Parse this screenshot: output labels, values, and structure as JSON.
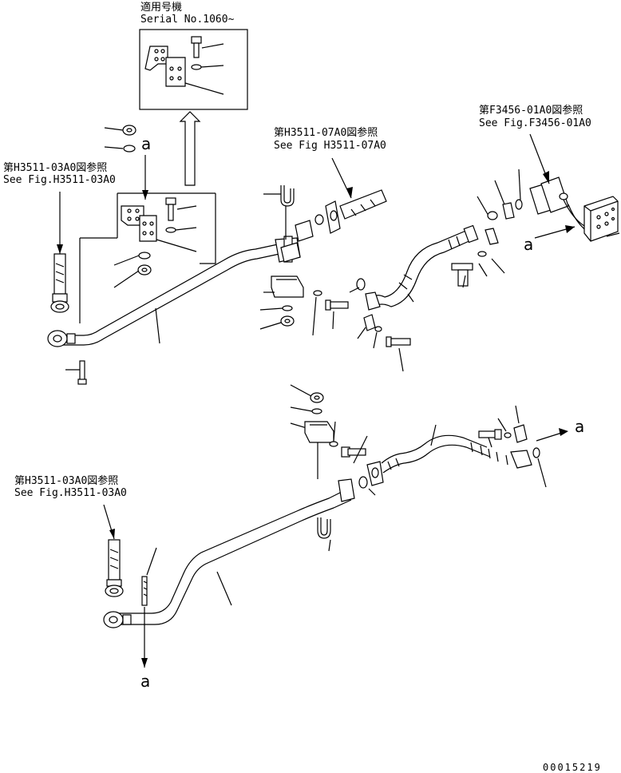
{
  "inset": {
    "title_jp": "適用号機",
    "serial": "Serial No.1060~"
  },
  "refs": {
    "upper_left": {
      "jp": "第H3511-03A0図参照",
      "en": "See Fig.H3511-03A0"
    },
    "upper_middle": {
      "jp": "第H3511-07A0図参照",
      "en": "See Fig H3511-07A0"
    },
    "upper_right": {
      "jp": "第F3456-01A0図参照",
      "en": "See Fig.F3456-01A0"
    },
    "lower_left": {
      "jp": "第H3511-03A0図参照",
      "en": "See Fig.H3511-03A0"
    }
  },
  "markers": {
    "a_top": "a",
    "a_upper_right": "a",
    "a_lower_right": "a",
    "a_bottom": "a"
  },
  "document_number": "00015219"
}
